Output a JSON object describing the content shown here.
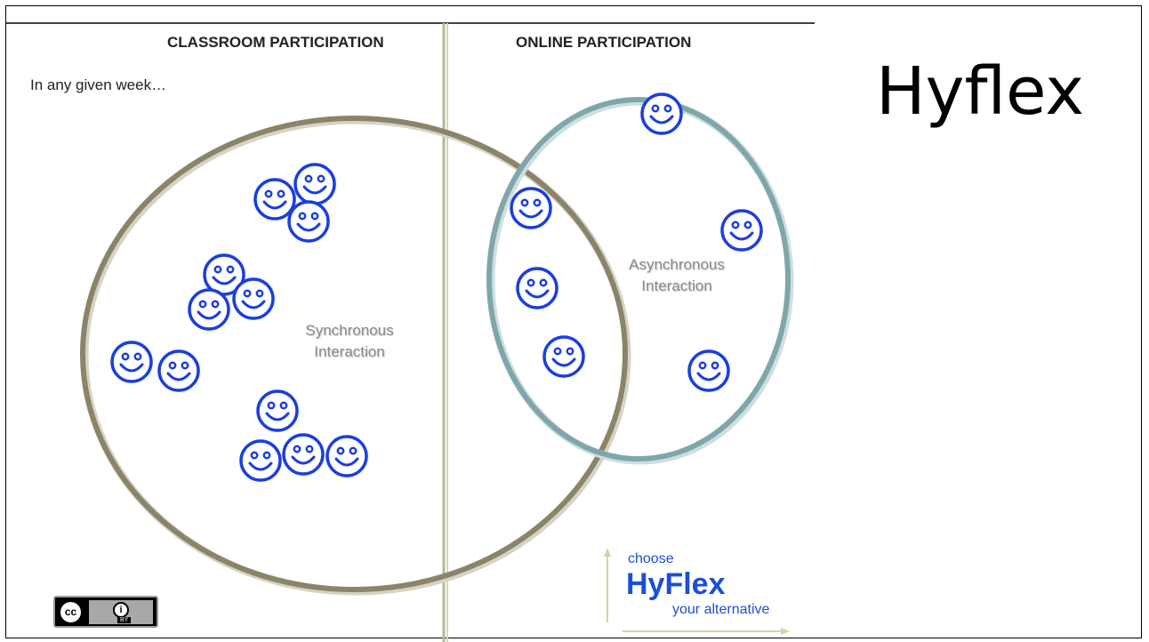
{
  "slide": {
    "title": "Hyflex",
    "left_heading": "CLASSROOM PARTICIPATION",
    "right_heading": "ONLINE PARTICIPATION",
    "intro": "In any given week…",
    "sync_label_1": "Synchronous",
    "sync_label_2": "Interaction",
    "async_label_1": "Asynchronous",
    "async_label_2": "Interaction"
  },
  "logo": {
    "choose": "choose",
    "main": "HyFlex",
    "tagline": "your alternative"
  },
  "license": {
    "cc": "cc",
    "by": "BY"
  },
  "colors": {
    "classroom_circle": "#8a8468",
    "online_ellipse": "#7fa7ab",
    "smiley": "#1a3ee0",
    "divider": "#b8b49a",
    "logo_blue": "#1a4fd6"
  },
  "icons": {
    "smiley": "smiley-face-icon",
    "cc": "creative-commons-icon"
  }
}
